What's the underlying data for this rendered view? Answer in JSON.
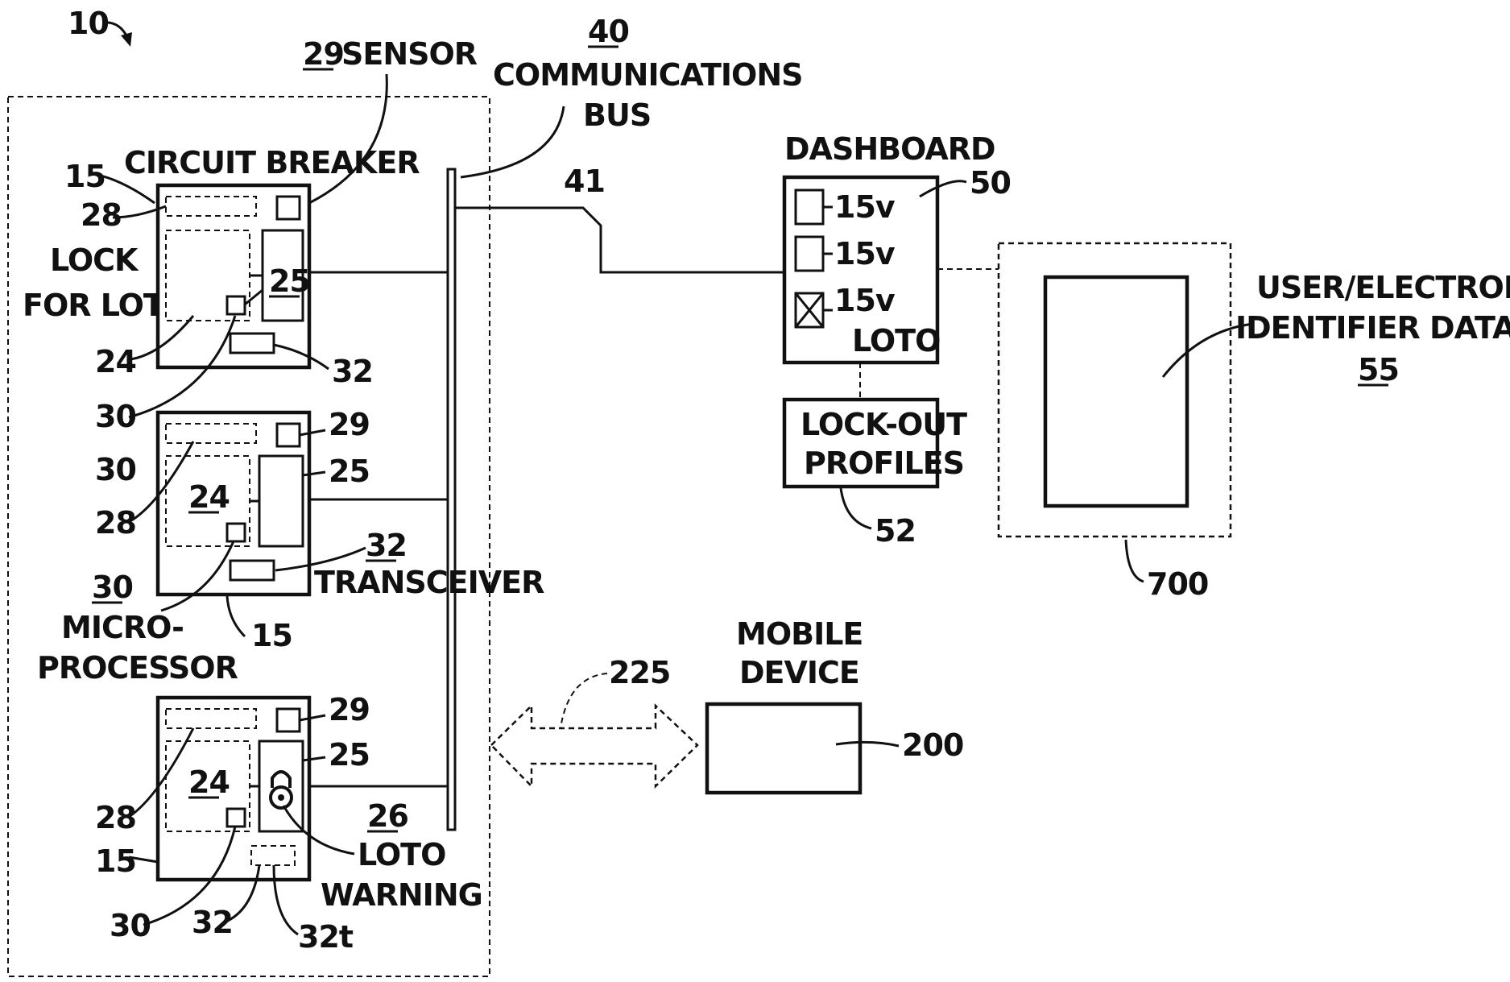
{
  "system_ref": "10",
  "labels": {
    "sensor_ref": "29",
    "sensor_text": "SENSOR",
    "bus_ref": "40",
    "bus_line1": "COMMUNICATIONS",
    "bus_line2": "BUS",
    "circuit_breaker": "CIRCUIT BREAKER",
    "lock_line1": "LOCK",
    "lock_line2": "FOR LOTO",
    "dashboard": "DASHBOARD",
    "lockout_line1": "LOCK-OUT",
    "lockout_line2": "PROFILES",
    "database_line1": "USER/ELECTRONIC",
    "database_line2": "IDENTIFIER DATABASE",
    "database_ref": "55",
    "mobile_line1": "MOBILE",
    "mobile_line2": "DEVICE",
    "micro_ref": "30",
    "micro_line1": "MICRO-",
    "micro_line2": "PROCESSOR",
    "transceiver_ref": "32",
    "transceiver_text": "TRANSCEIVER",
    "loto_warning_ref": "26",
    "loto_warning_line1": "LOTO",
    "loto_warning_line2": "WARNING"
  },
  "refs": {
    "r15_a": "15",
    "r28_a": "28",
    "r24_a": "24",
    "r25_a": "25",
    "r30_a": "30",
    "r32_a": "32",
    "r29_b": "29",
    "r30_b": "30",
    "r25_b": "25",
    "r24_b": "24",
    "r28_b": "28",
    "r15_b": "15",
    "r29_c": "29",
    "r25_c": "25",
    "r24_c": "24",
    "r28_c": "28",
    "r15_c": "15",
    "r30_c": "30",
    "r32_c": "32",
    "r32t": "32t",
    "r41": "41",
    "r50": "50",
    "r52": "52",
    "r700": "700",
    "r225": "225",
    "r200": "200"
  },
  "dashboard_items": [
    {
      "label": "15v",
      "checked": false
    },
    {
      "label": "15v",
      "checked": false
    },
    {
      "label": "15v",
      "checked": true,
      "sub": "LOTO"
    }
  ]
}
